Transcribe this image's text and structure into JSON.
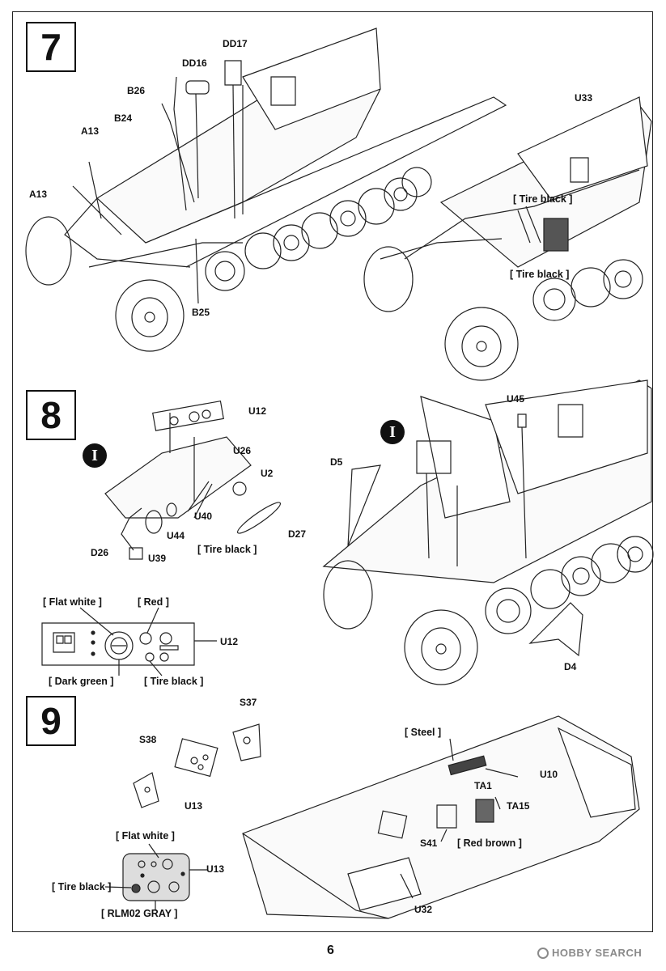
{
  "page": {
    "number": "6"
  },
  "watermark": {
    "text": "HOBBY SEARCH",
    "icon": "hobby-search-logo"
  },
  "marker_i": "I",
  "step7": {
    "number": "7",
    "labels": {
      "dd17": "DD17",
      "dd16": "DD16",
      "b26": "B26",
      "b24": "B24",
      "a13a": "A13",
      "a13b": "A13",
      "b25": "B25",
      "u33": "U33"
    },
    "paints": {
      "tire_black_1": "[ Tire black ]",
      "tire_black_2": "[ Tire black ]"
    }
  },
  "step8": {
    "number": "8",
    "labels": {
      "u12": "U12",
      "u26": "U26",
      "u2": "U2",
      "u40": "U40",
      "u44": "U44",
      "d26": "D26",
      "u39": "U39",
      "d27": "D27",
      "u45": "U45",
      "d5": "D5",
      "d4": "D4",
      "u12_detail": "U12"
    },
    "paints": {
      "tire_black_wheel": "[ Tire black ]",
      "flat_white": "[ Flat  white ]",
      "red": "[ Red ]",
      "dark_green": "[  Dark  green  ]",
      "tire_black_panel": "[ Tire black ]"
    }
  },
  "step9": {
    "number": "9",
    "labels": {
      "s37": "S37",
      "s38": "S38",
      "u13": "U13",
      "u13_detail": "U13",
      "ta1": "TA1",
      "ta15": "TA15",
      "u10": "U10",
      "s41": "S41",
      "u32": "U32"
    },
    "paints": {
      "steel": "[ Steel ]",
      "red_brown": "[ Red brown ]",
      "flat_white": "[ Flat white ]",
      "tire_black": "[ Tire black ]",
      "rlm02": "[ RLM02  GRAY ]"
    }
  }
}
